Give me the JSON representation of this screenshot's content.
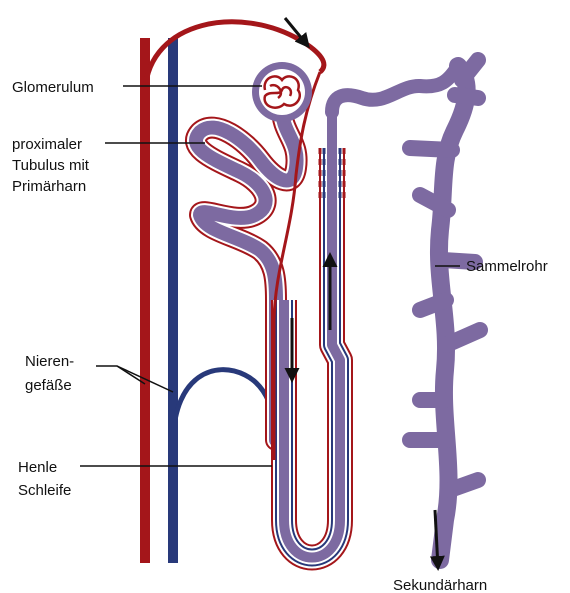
{
  "labels": {
    "glomerulum": "Glomerulum",
    "proximal_line1": "proximaler",
    "proximal_line2": "Tubulus mit",
    "proximal_line3": "Primärharn",
    "sammelrohr": "Sammelrohr",
    "nieren_line1": "Nieren-",
    "nieren_line2": "gefäße",
    "henle_line1": "Henle",
    "henle_line2": "Schleife",
    "sekundaerharn": "Sekundärharn"
  },
  "colors": {
    "artery": "#a4161a",
    "vein": "#28397a",
    "tubule": "#7d6aa1",
    "arrow": "#111111",
    "leader": "#111111"
  },
  "icons": {
    "flow_arrow": "arrow-icon"
  }
}
